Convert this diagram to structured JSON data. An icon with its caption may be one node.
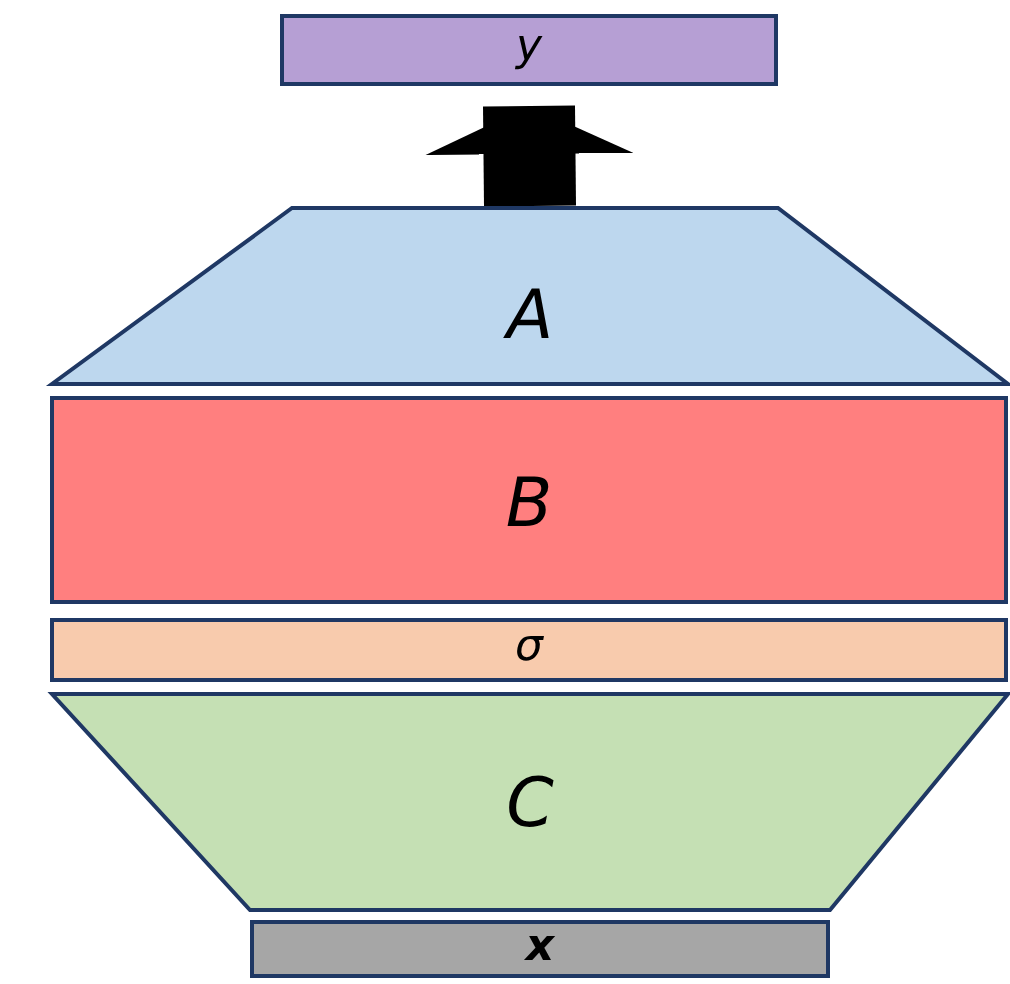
{
  "diagram": {
    "nodes": [
      {
        "text": [
          "y"
        ]
      },
      {
        "text": [
          "A"
        ]
      },
      {
        "text": [
          "B"
        ]
      },
      {
        "text": [
          "σ"
        ]
      },
      {
        "text": [
          "C"
        ]
      },
      {
        "text": [
          "x"
        ]
      }
    ],
    "edges": [
      {
        "from": 1,
        "to": 0,
        "arrow": "to"
      }
    ]
  }
}
